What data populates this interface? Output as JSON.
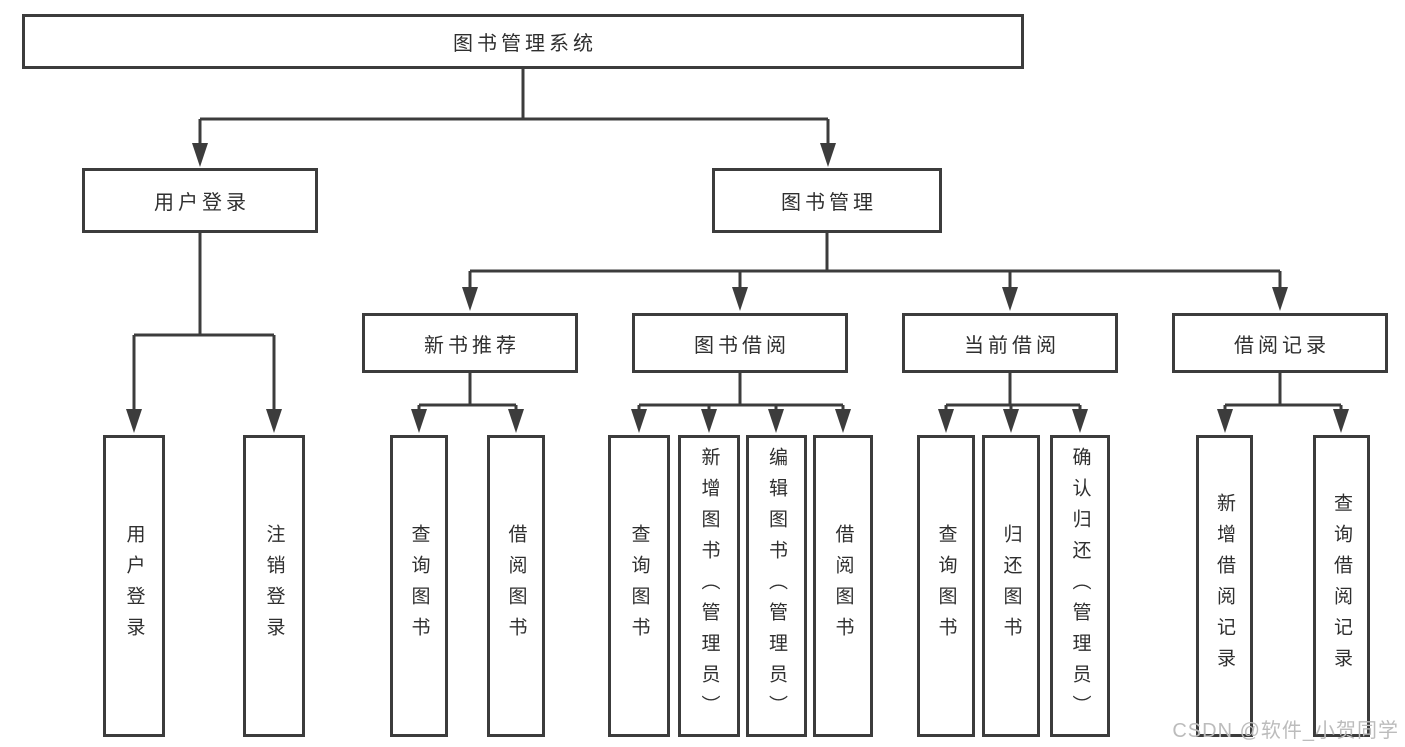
{
  "diagram": {
    "root": "图书管理系统",
    "user_login": {
      "label": "用户登录",
      "children": [
        "用户登录",
        "注销登录"
      ]
    },
    "book_management": {
      "label": "图书管理",
      "modules": [
        {
          "label": "新书推荐",
          "children": [
            "查询图书",
            "借阅图书"
          ]
        },
        {
          "label": "图书借阅",
          "children": [
            "查询图书",
            "新增图书（管理员）",
            "编辑图书（管理员）",
            "借阅图书"
          ]
        },
        {
          "label": "当前借阅",
          "children": [
            "查询图书",
            "归还图书",
            "确认归还（管理员）"
          ]
        },
        {
          "label": "借阅记录",
          "children": [
            "新增借阅记录",
            "查询借阅记录"
          ]
        }
      ]
    }
  },
  "watermark": "CSDN @软件_小贺同学",
  "colors": {
    "line": "#3c3c3c",
    "text": "#2f2f2f",
    "watermark": "#bcbcbc"
  }
}
